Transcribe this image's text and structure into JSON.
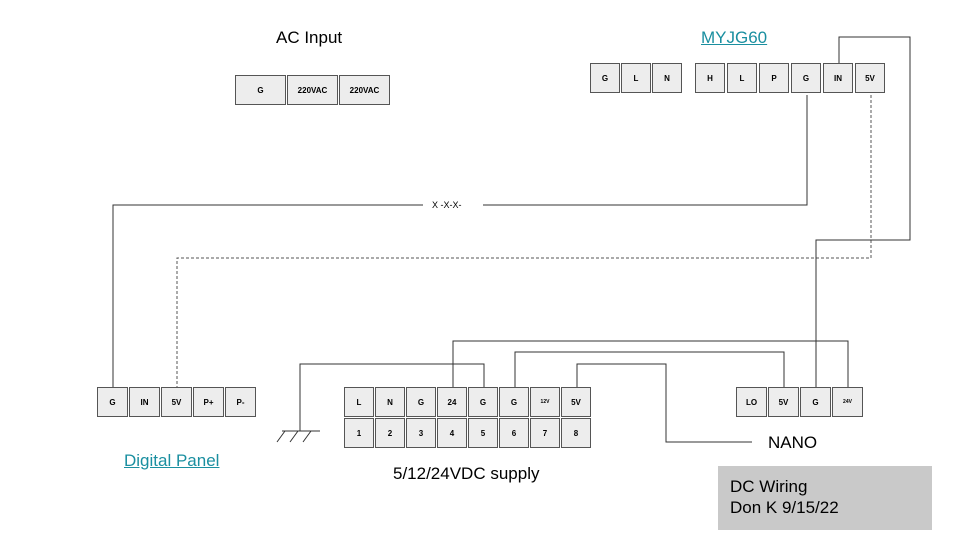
{
  "labels": {
    "ac_input": "AC Input",
    "myjg60": "MYJG60",
    "digital_panel": "Digital Panel",
    "supply": "5/12/24VDC supply",
    "nano": "NANO",
    "wire_break": "X -X-X-"
  },
  "ac_input_terminals": [
    "G",
    "220VAC",
    "220VAC"
  ],
  "myjg60_terminals_a": [
    "G",
    "L",
    "N"
  ],
  "myjg60_terminals_b": [
    "H",
    "L",
    "P",
    "G",
    "IN",
    "5V"
  ],
  "digital_panel_terminals": [
    "G",
    "IN",
    "5V",
    "P+",
    "P-"
  ],
  "supply_top": [
    "L",
    "N",
    "G",
    "24",
    "G",
    "G",
    "12V",
    "5V"
  ],
  "supply_bottom": [
    "1",
    "2",
    "3",
    "4",
    "5",
    "6",
    "7",
    "8"
  ],
  "nano_terminals": [
    "LO",
    "5V",
    "G",
    "24V"
  ],
  "note": {
    "line1": "DC Wiring",
    "line2": "Don K 9/15/22"
  }
}
